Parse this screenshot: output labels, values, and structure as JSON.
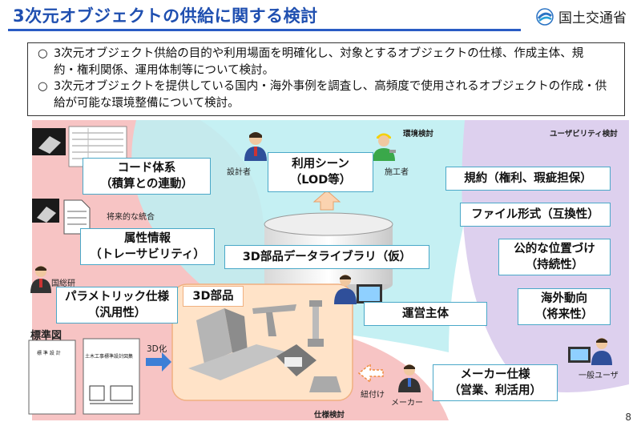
{
  "title": "3次元オブジェクトの供給に関する検討",
  "brand": "国土交通省",
  "intro": [
    {
      "bullet": "○",
      "lines": [
        "3次元オブジェクト供給の目的や利用場面を明確化し、対象とするオブジェクトの仕様、作成主体、規",
        "約・権利関係、運用体制等について検討。"
      ]
    },
    {
      "bullet": "○",
      "lines": [
        "3次元オブジェクトを提供している国内・海外事例を調査し、高頻度で使用されるオブジェクトの作成・供",
        "給が可能な環境整備について検討。"
      ]
    }
  ],
  "regions": {
    "environment": "環境検討",
    "usability": "ユーザビリティ検討",
    "spec": "仕様検討"
  },
  "boxes": {
    "code": [
      "コード体系",
      "（積算との連動）"
    ],
    "attr": [
      "属性情報",
      "（トレーサビリティ）"
    ],
    "param": [
      "パラメトリック仕様",
      "（汎用性）"
    ],
    "usage": [
      "利用シーン",
      "（LOD等）"
    ],
    "library": "3D部品データライブラリ（仮）",
    "parts": "3D部品",
    "operator": "運営主体",
    "rules": "規約（権利、瑕疵担保）",
    "format": "ファイル形式（互換性）",
    "public": [
      "公的な位置づけ",
      "（持続性）"
    ],
    "overseas": [
      "海外動向",
      "（将来性）"
    ],
    "maker": [
      "メーカー仕様",
      "（営業、利活用）"
    ]
  },
  "labels": {
    "future": "将来的な統合",
    "kokusoken": "国総研",
    "designer": "設計者",
    "constructor": "施工者",
    "standard": "標準図",
    "to3d": "3D化",
    "link": "紐付け",
    "maker": "メーカー",
    "user": "一般ユーザ",
    "doc_title": "土木工事標準設計図集",
    "doc_header": "標 準 設 計"
  },
  "page": "8"
}
